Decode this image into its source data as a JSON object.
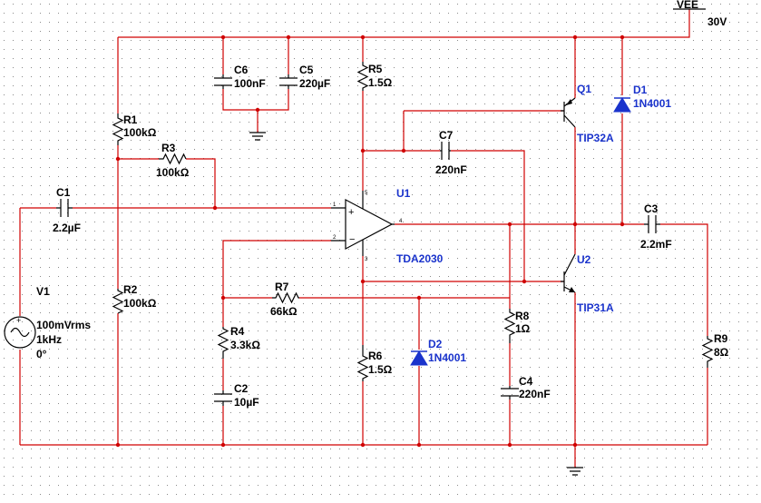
{
  "supply": {
    "name": "VEE",
    "voltage": "30V"
  },
  "components": {
    "c6": {
      "ref": "C6",
      "value": "100nF"
    },
    "c5": {
      "ref": "C5",
      "value": "220µF"
    },
    "r5": {
      "ref": "R5",
      "value": "1.5Ω"
    },
    "q1": {
      "ref": "Q1",
      "model": "TIP32A"
    },
    "d1": {
      "ref": "D1",
      "model": "1N4001"
    },
    "r1": {
      "ref": "R1",
      "value": "100kΩ"
    },
    "r3": {
      "ref": "R3",
      "value": "100kΩ"
    },
    "c7": {
      "ref": "C7",
      "value": "220nF"
    },
    "c1": {
      "ref": "C1",
      "value": "2.2µF"
    },
    "u1": {
      "ref": "U1",
      "model": "TDA2030",
      "pins": [
        "1",
        "2",
        "3",
        "4",
        "5"
      ]
    },
    "c3": {
      "ref": "C3",
      "value": "2.2mF"
    },
    "u2": {
      "ref": "U2",
      "model": "TIP31A"
    },
    "v1": {
      "ref": "V1",
      "amplitude": "100mVrms",
      "frequency": "1kHz",
      "phase": "0°"
    },
    "r2": {
      "ref": "R2",
      "value": "100kΩ"
    },
    "r7": {
      "ref": "R7",
      "value": "66kΩ"
    },
    "r8": {
      "ref": "R8",
      "value": "1Ω"
    },
    "r9": {
      "ref": "R9",
      "value": "8Ω"
    },
    "r4": {
      "ref": "R4",
      "value": "3.3kΩ"
    },
    "r6": {
      "ref": "R6",
      "value": "1.5Ω"
    },
    "d2": {
      "ref": "D2",
      "model": "1N4001"
    },
    "c2": {
      "ref": "C2",
      "value": "10µF"
    },
    "c4": {
      "ref": "C4",
      "value": "220nF"
    }
  }
}
